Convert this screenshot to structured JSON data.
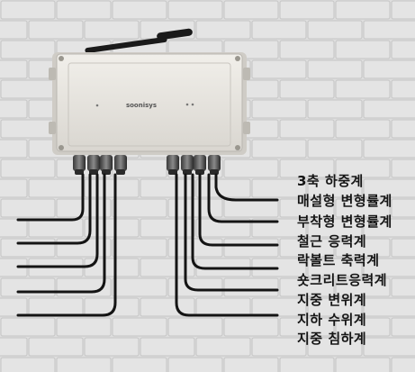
{
  "brand_label": "soonisys",
  "sensor_labels": [
    "3축 하중계",
    "매설형 변형률계",
    "부착형 변형률계",
    "철근 응력계",
    "락볼트 축력계",
    "숏크리트응력계",
    "지중 변위계",
    "지하 수위계",
    "지중 침하계"
  ],
  "colors": {
    "wall": "#dedede",
    "mortar": "#cfcfcf",
    "enclosure": "#e8e6e1",
    "antenna": "#1a1a1a",
    "cable": "#141414",
    "label_text": "#151515"
  }
}
